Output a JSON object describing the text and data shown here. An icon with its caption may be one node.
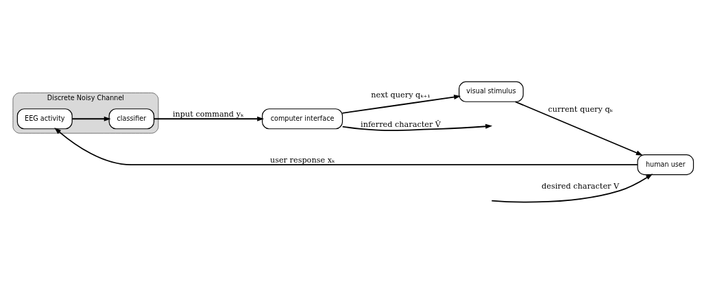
{
  "diagram": {
    "nodes": [
      {
        "text": [
          "Discrete Noisy Channel"
        ]
      },
      {
        "text": [
          "EEG activity"
        ],
        "in": 0
      },
      {
        "text": [
          "classifier"
        ],
        "in": 0
      },
      {
        "text": [
          "human user"
        ]
      },
      {
        "text": [
          "computer interface"
        ]
      },
      {
        "text": [
          "visual stimulus"
        ]
      }
    ],
    "edges": [
      {
        "from": null,
        "to": 3,
        "arrow": "to",
        "label": "desired character V"
      },
      {
        "from": 3,
        "to": 1,
        "arrow": "to",
        "label": "user response xₖ"
      },
      {
        "from": 1,
        "to": 2,
        "arrow": "to"
      },
      {
        "from": 2,
        "to": 4,
        "arrow": "to",
        "label": "input command yₖ"
      },
      {
        "from": 4,
        "to": null,
        "arrow": "to",
        "label": "inferred character V̂"
      },
      {
        "from": 4,
        "to": 5,
        "arrow": "to",
        "label": "next query qₖ₊₁"
      },
      {
        "from": 5,
        "to": 3,
        "arrow": "to",
        "label": "current query qₖ"
      }
    ]
  }
}
